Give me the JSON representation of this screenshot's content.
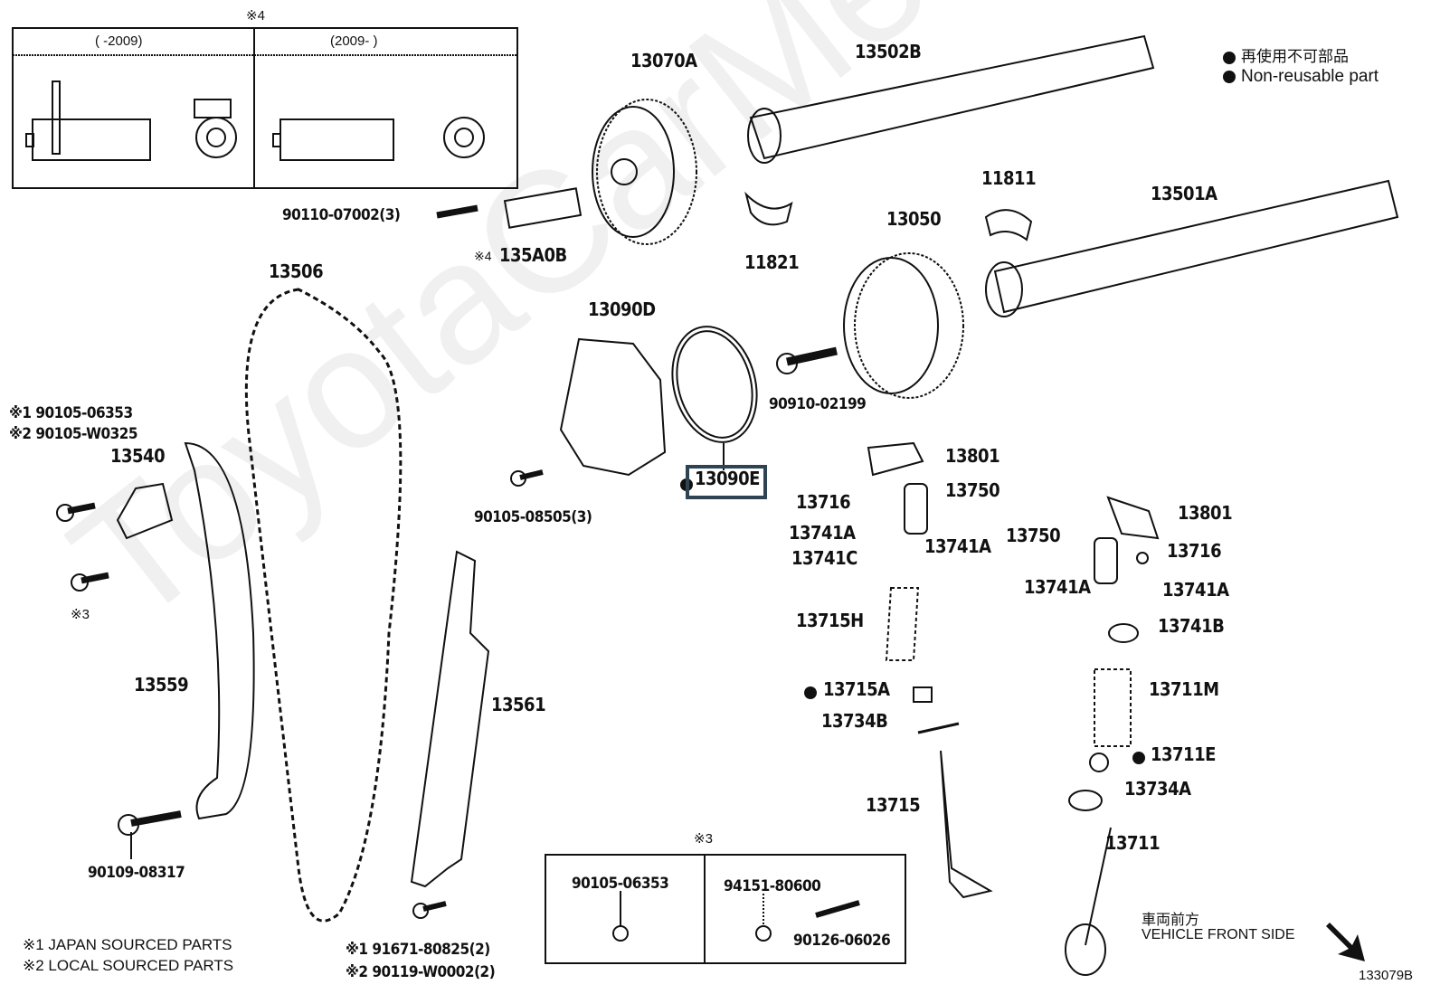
{
  "diagram": {
    "title_code": "133079B",
    "watermark": "ToyotaCarMe.ru",
    "legend": {
      "non_reusable_jp": "再使用不可部品",
      "non_reusable_en": "Non-reusable part"
    },
    "inset_4": {
      "marker": "※4",
      "col_left": "(     -2009)",
      "col_right": "(2009-     )"
    },
    "inset_3": {
      "marker": "※3",
      "left_part": "90105-06353",
      "right_part_top": "94151-80600",
      "right_part_bottom": "90126-06026"
    },
    "footnotes": [
      "※1 JAPAN SOURCED PARTS",
      "※2 LOCAL SOURCED PARTS"
    ],
    "direction": {
      "jp": "車両前方",
      "en": "VEHICLE FRONT SIDE"
    },
    "highlighted_part": "13090E",
    "parts": {
      "p13070A": "13070A",
      "p13502B": "13502B",
      "p90110": "90110-07002(3)",
      "p135A0B_mark": "※4",
      "p135A0B": "135A0B",
      "p11821": "11821",
      "p11811": "11811",
      "p13501A": "13501A",
      "p13050": "13050",
      "p13506": "13506",
      "p13090D": "13090D",
      "p90910": "90910-02199",
      "p90105_06353": "※1 90105-06353",
      "p90105_W0325": "※2 90105-W0325",
      "p13540": "13540",
      "p_mark3": "※3",
      "p90105_08505": "90105-08505(3)",
      "p13090E": "13090E",
      "p13801_a": "13801",
      "p13750_a": "13750",
      "p13716_a": "13716",
      "p13741A_a": "13741A",
      "p13741A_b": "13741A",
      "p13741C": "13741C",
      "p13715H": "13715H",
      "p13715A": "13715A",
      "p13734B": "13734B",
      "p13715": "13715",
      "p13801_b": "13801",
      "p13750_b": "13750",
      "p13716_b": "13716",
      "p13741A_c": "13741A",
      "p13741A_d": "13741A",
      "p13741B": "13741B",
      "p13711M": "13711M",
      "p13711E": "13711E",
      "p13734A": "13734A",
      "p13711": "13711",
      "p13559": "13559",
      "p13561": "13561",
      "p90109": "90109-08317",
      "p91671": "※1 91671-80825(2)",
      "p90119": "※2 90119-W0002(2)"
    }
  }
}
